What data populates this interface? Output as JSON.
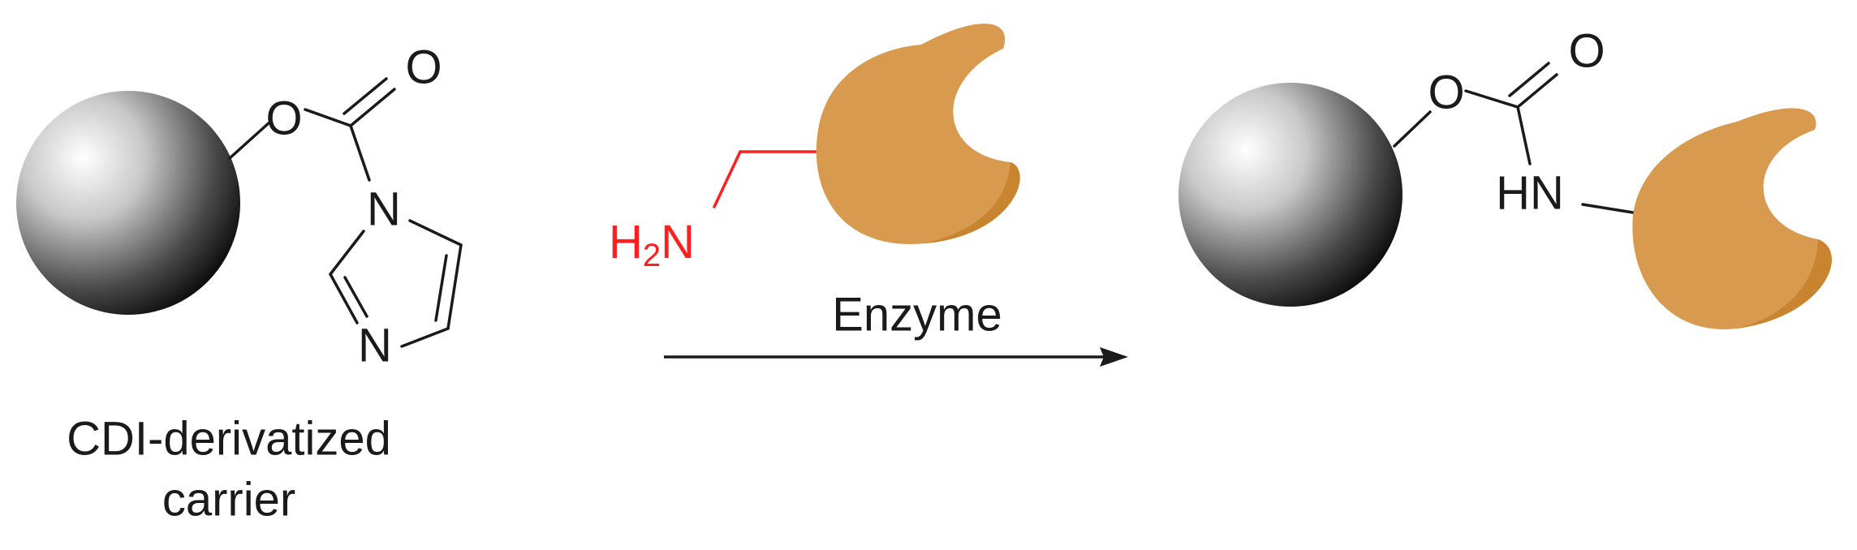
{
  "left_structure": {
    "atoms": {
      "o_ether": "O",
      "o_carbonyl": "O",
      "n_ring_top": "N",
      "n_ring_bottom": "N"
    },
    "caption_line1": "CDI-derivatized",
    "caption_line2": "carrier"
  },
  "reagent": {
    "amine_main": "H",
    "amine_subscript": "2",
    "amine_n": "N",
    "arrow_label": "Enzyme",
    "color": "#ff1f1f"
  },
  "product": {
    "atoms": {
      "o_ether": "O",
      "o_carbonyl": "O",
      "nh": "HN"
    }
  },
  "colors": {
    "enzyme_fill": "#d89a4e",
    "enzyme_shadow": "#c9842f",
    "bond": "#1a1a1a",
    "bead_highlight": "#ffffff",
    "bead_edge": "#111111"
  }
}
